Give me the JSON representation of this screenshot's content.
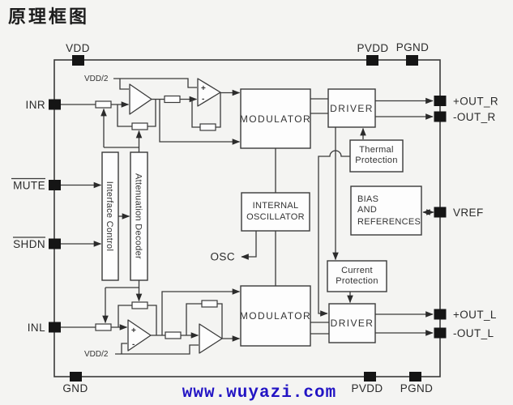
{
  "title": "原理框图",
  "watermark": {
    "text": "www.wuyazi.com",
    "color": "#2214c4"
  },
  "colors": {
    "background": "#f4f4f2",
    "line": "#3a3a3a",
    "block_fill": "#fdfdfd",
    "pin_square": "#151515",
    "text": "#2b2b2b"
  },
  "pins": {
    "top": [
      {
        "label": "VDD"
      },
      {
        "label": "PVDD"
      },
      {
        "label": "PGND"
      }
    ],
    "bottom": [
      {
        "label": "GND"
      },
      {
        "label": "PVDD"
      },
      {
        "label": "PGND"
      }
    ],
    "left": [
      {
        "label": "INR"
      },
      {
        "label": "MUTE",
        "overline": true
      },
      {
        "label": "SHDN",
        "overline": true
      },
      {
        "label": "INL"
      }
    ],
    "right": [
      {
        "label": "+OUT_R"
      },
      {
        "label": "-OUT_R"
      },
      {
        "label": "VREF",
        "bidirectional": true
      },
      {
        "label": "+OUT_L"
      },
      {
        "label": "-OUT_L"
      }
    ]
  },
  "blocks": {
    "modulator_top": {
      "label": "MODULATOR"
    },
    "driver_top": {
      "label": "DRIVER"
    },
    "thermal_protection": {
      "lines": [
        "Thermal",
        "Protection"
      ]
    },
    "bias_references": {
      "lines": [
        "BIAS",
        "AND",
        "REFERENCES"
      ]
    },
    "internal_oscillator": {
      "lines": [
        "INTERNAL",
        "OSCILLATOR"
      ]
    },
    "current_protection": {
      "lines": [
        "Current",
        "Protection"
      ]
    },
    "driver_bottom": {
      "label": "DRIVER"
    },
    "modulator_bottom": {
      "label": "MODULATOR"
    },
    "interface_control": {
      "label": "Interface Control"
    },
    "attenuation_decoder": {
      "label": "Attenuation Decoder"
    }
  },
  "labels": {
    "vdd2_top": "VDD/2",
    "vdd2_bottom": "VDD/2",
    "osc": "OSC",
    "plus": "+",
    "minus": "-"
  }
}
